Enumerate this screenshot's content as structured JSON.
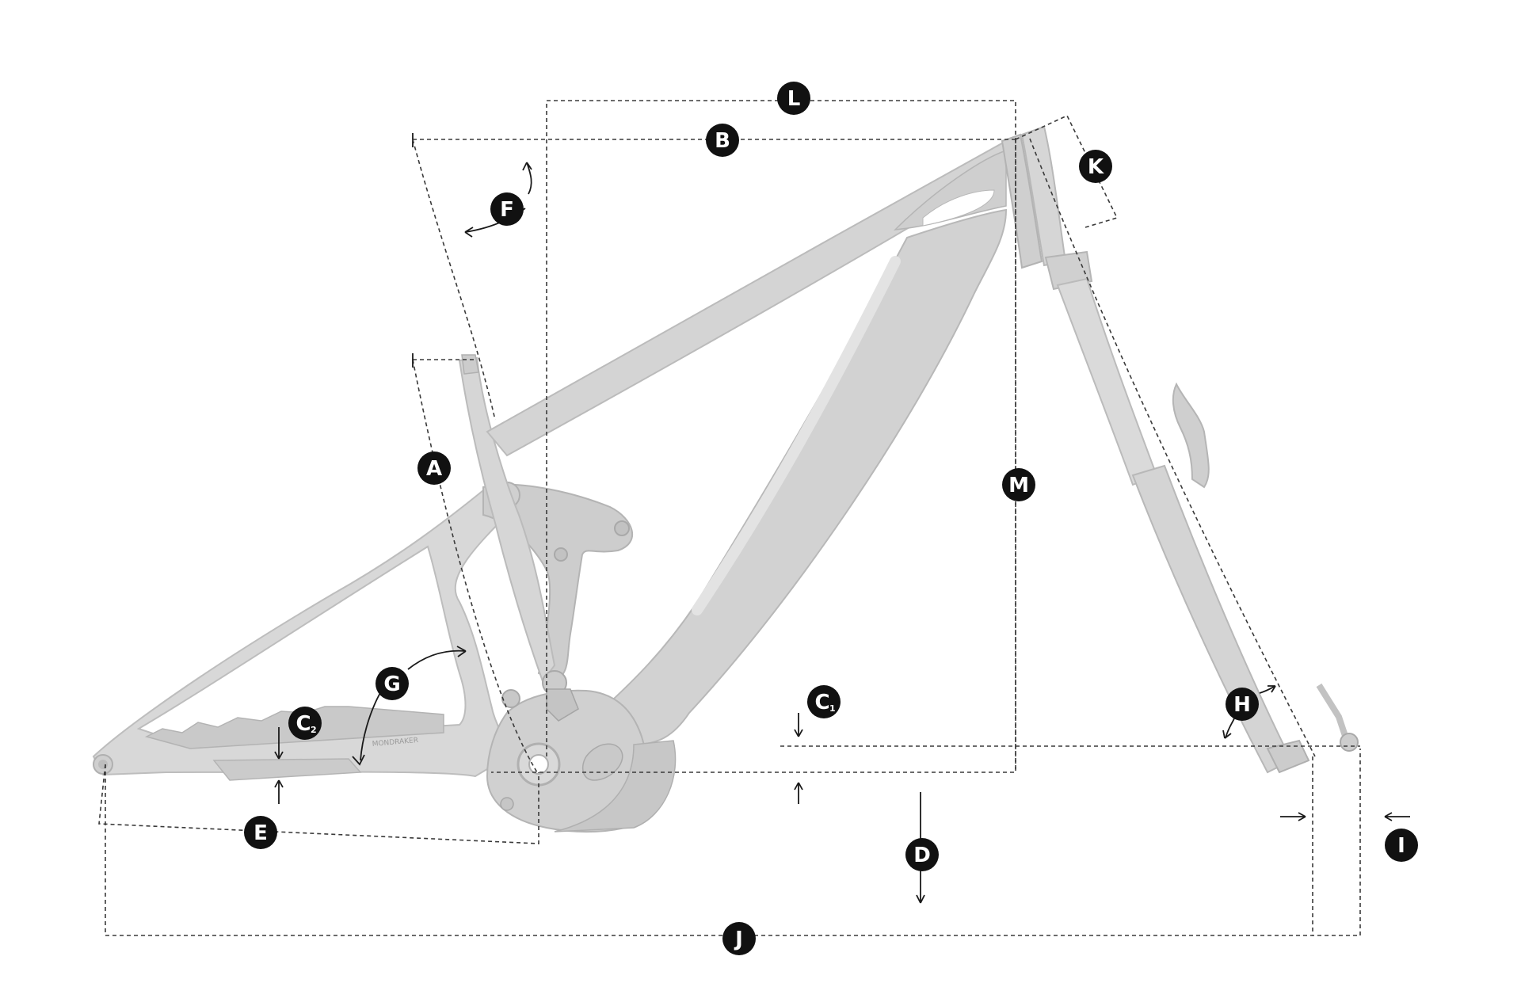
{
  "diagram": {
    "markers": [
      {
        "id": "L",
        "letter": "L",
        "sub": ""
      },
      {
        "id": "B",
        "letter": "B",
        "sub": ""
      },
      {
        "id": "K",
        "letter": "K",
        "sub": ""
      },
      {
        "id": "F",
        "letter": "F",
        "sub": ""
      },
      {
        "id": "A",
        "letter": "A",
        "sub": ""
      },
      {
        "id": "M",
        "letter": "M",
        "sub": ""
      },
      {
        "id": "G",
        "letter": "G",
        "sub": ""
      },
      {
        "id": "C2",
        "letter": "C",
        "sub": "2"
      },
      {
        "id": "C1",
        "letter": "C",
        "sub": "1"
      },
      {
        "id": "H",
        "letter": "H",
        "sub": ""
      },
      {
        "id": "E",
        "letter": "E",
        "sub": ""
      },
      {
        "id": "D",
        "letter": "D",
        "sub": ""
      },
      {
        "id": "I",
        "letter": "I",
        "sub": ""
      },
      {
        "id": "J",
        "letter": "J",
        "sub": ""
      }
    ],
    "frame_logo_text": "MONDRAKER",
    "colors": {
      "frame": "#d8d8d8",
      "frame_shade": "#c6c6c6",
      "frame_edge": "#b4b4b4",
      "marker_fill": "#111111",
      "marker_text": "#ffffff",
      "dash_line": "#3a3a3a"
    }
  }
}
